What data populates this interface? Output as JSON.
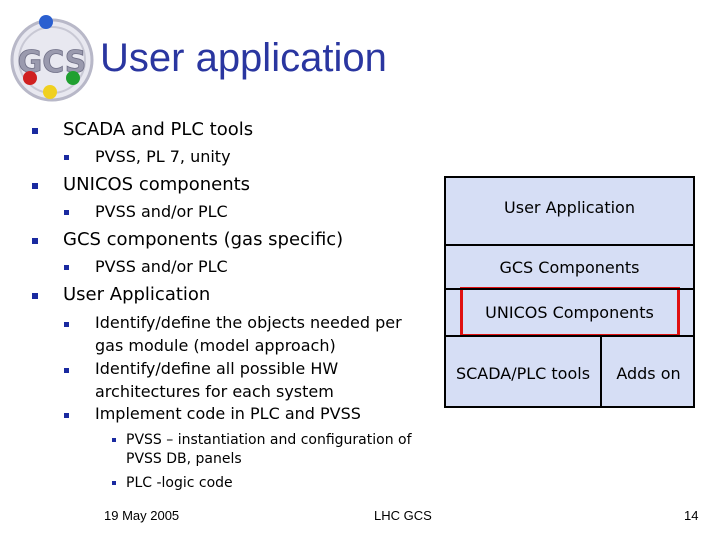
{
  "slide": {
    "title": "User application",
    "bullets": [
      {
        "text": "SCADA and PLC tools",
        "sub": [
          "PVSS, PL 7, unity"
        ]
      },
      {
        "text": "UNICOS components",
        "sub": [
          "PVSS and/or PLC"
        ]
      },
      {
        "text": "GCS components (gas specific)",
        "sub": [
          "PVSS and/or PLC"
        ]
      },
      {
        "text": "User Application",
        "sub": [
          "Identify/define the objects needed per gas module (model approach)",
          "Identify/define all possible HW architectures for each system",
          "Implement code in PLC and PVSS"
        ],
        "subsub": [
          "PVSS – instantiation and configuration of PVSS DB, panels",
          "PLC -logic code"
        ]
      }
    ]
  },
  "diagram": {
    "user_application": "User Application",
    "gcs_components": "GCS Components",
    "unicos_components": "UNICOS Components",
    "scada_plc_tools": "SCADA/PLC tools",
    "adds_on": "Adds on",
    "highlight_color": "#e01010",
    "fill_color": "#d6def5"
  },
  "footer": {
    "date": "19 May 2005",
    "center": "LHC GCS",
    "page": "14"
  },
  "colors": {
    "title": "#2a36a0",
    "bullet": "#1a2aa0"
  }
}
